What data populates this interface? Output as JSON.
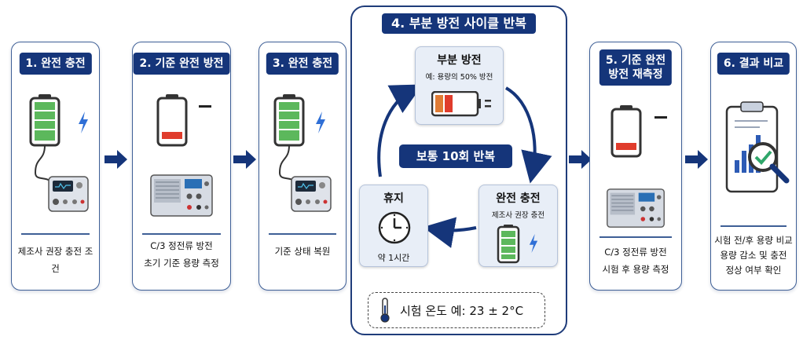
{
  "steps": [
    {
      "title": "1. 완전 충전",
      "desc": [
        "제조사 권장 충전 조건"
      ]
    },
    {
      "title": "2. 기준 완전 방전",
      "desc": [
        "C/3 정전류 방전",
        "초기 기준 용량 측정"
      ]
    },
    {
      "title": "3. 완전 충전",
      "desc": [
        "기준 상태 복원"
      ]
    },
    {
      "title": "5. 기준 완전\n방전 재측정",
      "desc": [
        "C/3 정전류 방전",
        "시험 후 용량 측정"
      ]
    },
    {
      "title": "6. 결과 비교",
      "desc": [
        "시험 전/후 용량 비교",
        "용량 감소 및 충전",
        "정상 여부 확인"
      ]
    }
  ],
  "cycle": {
    "title": "4. 부분 방전 사이클 반복",
    "partial": {
      "title": "부분 방전",
      "subtitle": "예: 용량의 50% 방전"
    },
    "repeat": "보통 10회 반복",
    "rest": {
      "title": "휴지",
      "subtitle": "약 1시간"
    },
    "charge": {
      "title": "완전 충전",
      "subtitle": "제조사 권장 충전"
    },
    "temperature": "시험 온도 예: 23 ± 2°C"
  },
  "icons": [
    "battery-full-icon",
    "lightning-icon",
    "power-supply-icon",
    "battery-low-icon",
    "minus-icon",
    "electronic-load-icon",
    "clock-icon",
    "thermometer-icon",
    "clipboard-chart-icon",
    "magnifier-check-icon",
    "arrow-right-icon",
    "cycle-arrow-icon"
  ],
  "colors": {
    "navy": "#15357a",
    "border": "#3e5f96",
    "green": "#5cb85c",
    "red": "#e03c2c",
    "arrow": "#15357a",
    "lightning": "#2f6fd6"
  }
}
